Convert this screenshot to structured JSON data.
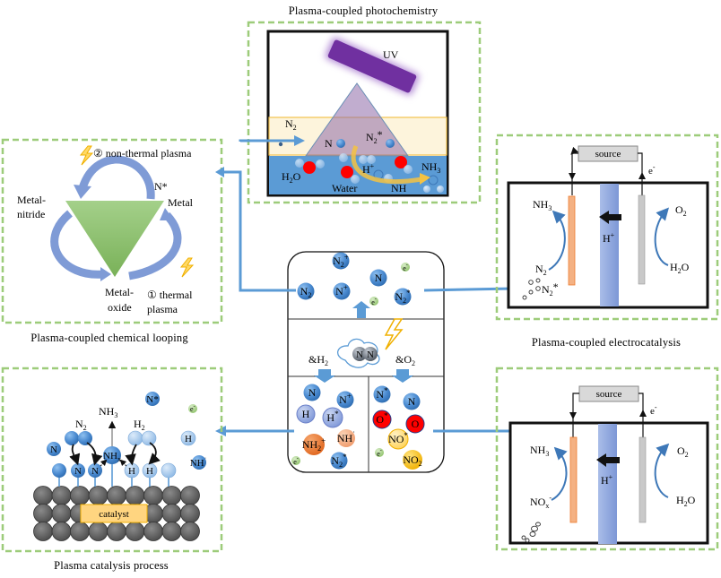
{
  "colors": {
    "panel_border": "#9dcc7a",
    "arrow_blue": "#5b9bd5",
    "molecule_blue": "#4a8ad0",
    "molecule_light": "#9dc3e6",
    "electron_green": "#a9d18e",
    "oxygen_red": "#ff0000",
    "nh_orange": "#ed7d31",
    "nh_light_orange": "#f4b183",
    "no_yellow": "#ffd966",
    "no2_yellow": "#ffc000",
    "triangle_green": "#8fc16f",
    "loop_arrow": "#7f9bd6",
    "water_blue": "#5b9bd5",
    "gas_layer": "#fdf4dc",
    "membrane": "#8ea9db",
    "cathode": "#f4b183",
    "anode": "#c9c9c9",
    "uv_lamp": "#7030a0",
    "catalyst_box": "#ffd580",
    "catalyst_atom": "#595959"
  },
  "photochemistry": {
    "caption": "Plasma-coupled  photochemistry",
    "uv": "UV",
    "n2": "N",
    "n2_sub": "2",
    "n": "N",
    "n2star": "N",
    "n2star_sub": "2",
    "n2star_sup": "*",
    "h2o": "H",
    "h2o_sub": "2",
    "h2o_tail": "O",
    "water": "Water",
    "hplus": "H",
    "hplus_sup": "+",
    "nh": "NH",
    "nh3": "NH",
    "nh3_sub": "3"
  },
  "chemical_looping": {
    "caption": "Plasma-coupled  chemical looping",
    "non_thermal": "② non-thermal  plasma",
    "thermal_1": "① thermal",
    "thermal_2": "plasma",
    "nstar": "N*",
    "metal": "Metal",
    "metal_nitride_1": "Metal-",
    "metal_nitride_2": "nitride",
    "metal_oxide_1": "Metal-",
    "metal_oxide_2": "oxide"
  },
  "center": {
    "top_species": [
      {
        "label": "N",
        "sub": "2",
        "sup": "+",
        "kind": "blue"
      },
      {
        "label": "e",
        "sup": "-",
        "kind": "electron"
      },
      {
        "label": "N",
        "kind": "blue"
      },
      {
        "label": "N",
        "sub": "2",
        "kind": "blue"
      },
      {
        "label": "N",
        "sup": "+",
        "kind": "blue"
      },
      {
        "label": "e",
        "sup": "-",
        "kind": "electron"
      },
      {
        "label": "N",
        "sub": "2",
        "sup": "*",
        "kind": "blue"
      }
    ],
    "n2_atoms": [
      "N",
      "N"
    ],
    "h2_branch": "&H",
    "h2_sub": "2",
    "o2_branch": "&O",
    "o2_sub": "2",
    "h2_species": [
      {
        "label": "N",
        "kind": "blue"
      },
      {
        "label": "N",
        "sup": "+",
        "kind": "blue"
      },
      {
        "label": "H",
        "kind": "lavender"
      },
      {
        "label": "H",
        "sup": "*",
        "kind": "lavender"
      },
      {
        "label": "NH",
        "sup": "˙",
        "kind": "light-orange"
      },
      {
        "label": "NH",
        "sub": "2",
        "sup": "+",
        "kind": "orange"
      },
      {
        "label": "e",
        "sup": "-",
        "kind": "electron"
      },
      {
        "label": "N",
        "sub": "2",
        "sup": "*",
        "kind": "blue"
      }
    ],
    "o2_species": [
      {
        "label": "N",
        "sup": "*",
        "kind": "blue"
      },
      {
        "label": "N",
        "kind": "blue"
      },
      {
        "label": "O",
        "sup": "*",
        "kind": "red"
      },
      {
        "label": "O",
        "kind": "red"
      },
      {
        "label": "NO",
        "sup": "*",
        "kind": "yellow"
      },
      {
        "label": "e",
        "sup": "-",
        "kind": "electron"
      },
      {
        "label": "NO",
        "sub": "2",
        "kind": "gold"
      }
    ]
  },
  "electrocatalysis": {
    "caption": "Plasma-coupled  electrocatalysis",
    "source": "source",
    "electron": "e",
    "electron_sup": "-",
    "nh3": "NH",
    "nh3_sub": "3",
    "n2": "N",
    "n2_sub": "2",
    "n2star": "N",
    "n2star_sub": "2",
    "n2star_sup": "*",
    "hplus": "H",
    "hplus_sup": "+",
    "o2": "O",
    "o2_sub": "2",
    "h2o": "H",
    "h2o_sub": "2",
    "h2o_tail": "O"
  },
  "catalysis": {
    "caption": "Plasma  catalysis  process",
    "nstar": "N*",
    "electron": "e",
    "electron_sup": "-",
    "nh3": "NH",
    "nh3_sub": "3",
    "n2": "N",
    "n2_sub": "2",
    "h2": "H",
    "h2_sub": "2",
    "n": "N",
    "nhx": "NH",
    "nhx_sub": "x",
    "h": "H",
    "nh_dot": "NH",
    "nh_dot_sup": "˙",
    "catalyst": "catalyst"
  },
  "nox_electro": {
    "source": "source",
    "electron": "e",
    "electron_sup": "-",
    "nh3": "NH",
    "nh3_sub": "3",
    "nox": "NO",
    "nox_sub": "x",
    "nox_sup": "-",
    "hplus": "H",
    "hplus_sup": "+",
    "o2": "O",
    "o2_sub": "2",
    "h2o": "H",
    "h2o_sub": "2",
    "h2o_tail": "O"
  }
}
